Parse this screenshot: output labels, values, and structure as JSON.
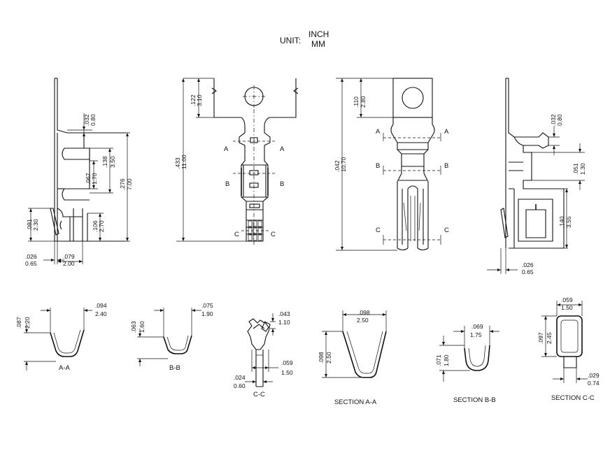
{
  "units": {
    "label": "UNIT:",
    "primary": "INCH",
    "secondary": "MM"
  },
  "view1": {
    "d1": [
      ".032",
      "0.80"
    ],
    "d2": [
      ".138",
      "3.50"
    ],
    "d3": [
      ".067",
      "1.70"
    ],
    "d4": [
      ".276",
      "7.00"
    ],
    "d5": [
      ".091",
      "2.30"
    ],
    "d6": [
      ".106",
      "2.70"
    ],
    "d7": [
      ".026",
      "0.65"
    ],
    "d8": [
      ".079",
      "2.00"
    ]
  },
  "view2": {
    "d1": [
      ".122",
      "3.10"
    ],
    "d2": [
      ".433",
      "11.00"
    ],
    "marks": [
      "A",
      "A",
      "B",
      "B",
      "C",
      "C"
    ]
  },
  "view3": {
    "d1": [
      ".110",
      "2.80"
    ],
    "d2": [
      ".042",
      "10.70"
    ],
    "marks": [
      "A",
      "A",
      "B",
      "B",
      "C",
      "C"
    ]
  },
  "view4": {
    "d1": [
      ".032",
      "0.80"
    ],
    "d2": [
      ".051",
      "1.30"
    ],
    "d3": [
      ".140",
      "3.55"
    ],
    "d4": [
      ".026",
      "0.65"
    ]
  },
  "sectA": {
    "d1": [
      ".087",
      "2.20"
    ],
    "d2": [
      ".094",
      "2.40"
    ],
    "label": "A-A"
  },
  "sectB": {
    "d1": [
      ".063",
      "1.60"
    ],
    "d2": [
      ".075",
      "1.90"
    ],
    "label": "B-B"
  },
  "sectC": {
    "d1": [
      ".043",
      "1.10"
    ],
    "d2": [
      ".059",
      "1.50"
    ],
    "d3": [
      ".024",
      "0.60"
    ],
    "label": "C-C"
  },
  "sectionAA": {
    "d1": [
      ".098",
      "2.50"
    ],
    "d2": [
      ".098",
      "2.50"
    ],
    "label": "SECTION A-A"
  },
  "sectionBB": {
    "d1": [
      ".069",
      "1.75"
    ],
    "d2": [
      ".071",
      "1.80"
    ],
    "label": "SECTION B-B"
  },
  "sectionCC": {
    "d1": [
      ".059",
      "1.50"
    ],
    "d2": [
      ".097",
      "2.45"
    ],
    "d3": [
      ".029",
      "0.74"
    ],
    "label": "SECTION C-C"
  }
}
